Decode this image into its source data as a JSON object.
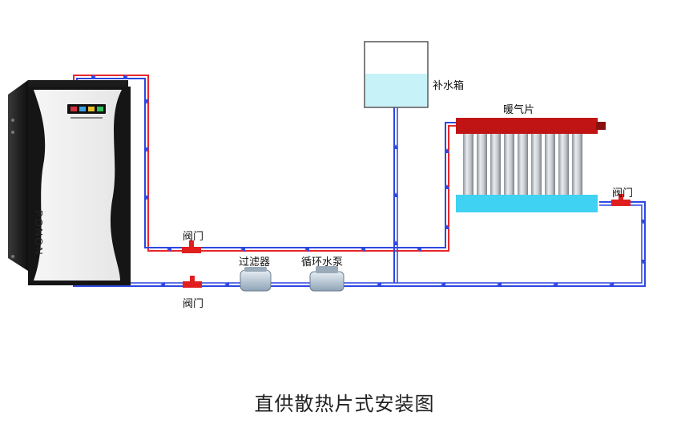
{
  "labels": {
    "valve_top": "阀门",
    "valve_bottom": "阀门",
    "valve_right": "阀门",
    "filter": "过滤器",
    "pump": "循环水泵",
    "tank": "补水箱",
    "radiator": "暖气片"
  },
  "boiler": {
    "brand": "PONON"
  },
  "caption": "直供散热片式安装图",
  "colors": {
    "supply": "#e8262b",
    "return": "#2e47e0",
    "tank_water": "#c7f2f7",
    "radiator_top": "#c01414",
    "radiator_bottom": "#3fd2f2"
  },
  "icons": [
    "boiler",
    "valve",
    "filter",
    "pump",
    "tank",
    "radiator",
    "flow-arrow"
  ]
}
